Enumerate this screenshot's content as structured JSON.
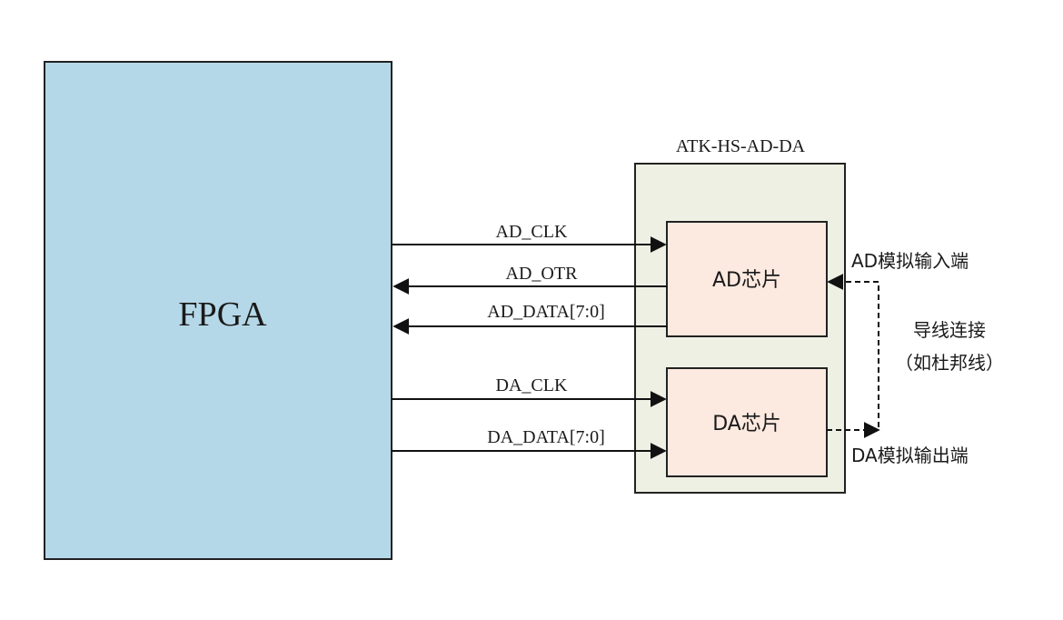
{
  "fpga": {
    "label": "FPGA",
    "fill": "#b5d8e8"
  },
  "module": {
    "title": "ATK-HS-AD-DA",
    "fill": "#eef0e4"
  },
  "ad_chip": {
    "label": "AD芯片",
    "fill": "#fce9df"
  },
  "da_chip": {
    "label": "DA芯片",
    "fill": "#fce9df"
  },
  "signals": [
    {
      "name": "AD_CLK",
      "direction": "to-chip"
    },
    {
      "name": "AD_OTR",
      "direction": "to-fpga"
    },
    {
      "name": "AD_DATA[7:0]",
      "direction": "to-fpga"
    },
    {
      "name": "DA_CLK",
      "direction": "to-chip"
    },
    {
      "name": "DA_DATA[7:0]",
      "direction": "to-chip"
    }
  ],
  "analog": {
    "ad_input": "AD模拟输入端",
    "da_output": "DA模拟输出端",
    "wire_line1": "导线连接",
    "wire_line2": "（如杜邦线）"
  }
}
